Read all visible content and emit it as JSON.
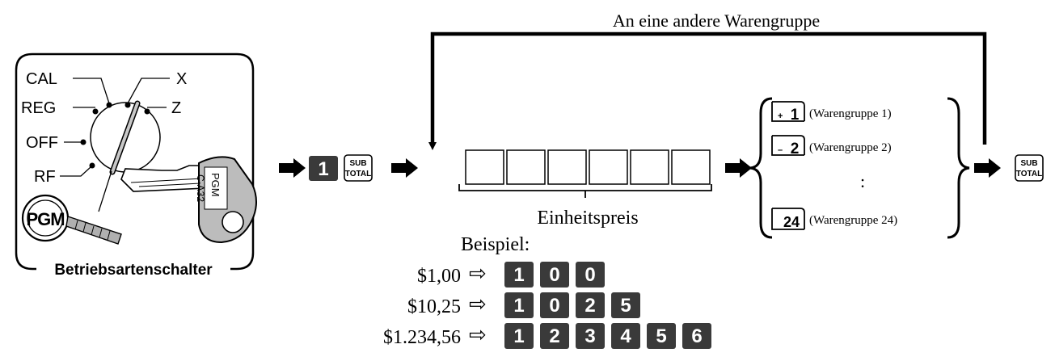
{
  "flow": {
    "loop_label": "An eine andere Warengruppe",
    "start_digit": "1",
    "subtotal_key": {
      "line1": "SUB",
      "line2": "TOTAL"
    },
    "price_label": "Einheitspreis"
  },
  "mode_switch": {
    "positions": {
      "cal": "CAL",
      "x": "X",
      "reg": "REG",
      "z": "Z",
      "off": "OFF",
      "rf": "RF",
      "pgm": "PGM"
    },
    "caption": "Betriebsartenschalter",
    "key": {
      "label": "PGM",
      "code": "C-A32"
    }
  },
  "departments": {
    "items": [
      {
        "key_sign": "+",
        "key_number": "1",
        "label": "(Warengruppe 1)"
      },
      {
        "key_sign": "–",
        "key_number": "2",
        "label": "(Warengruppe 2)"
      },
      {
        "key_sign": "",
        "key_number": "24",
        "label": "(Warengruppe 24)"
      }
    ],
    "ellipsis": ":"
  },
  "example": {
    "title": "Beispiel:",
    "rows": [
      {
        "amount": "$1,00",
        "digits": [
          "1",
          "0",
          "0"
        ]
      },
      {
        "amount": "$10,25",
        "digits": [
          "1",
          "0",
          "2",
          "5"
        ]
      },
      {
        "amount": "$1.234,56",
        "digits": [
          "1",
          "2",
          "3",
          "4",
          "5",
          "6"
        ]
      }
    ]
  },
  "arrow_glyph": "⇨"
}
